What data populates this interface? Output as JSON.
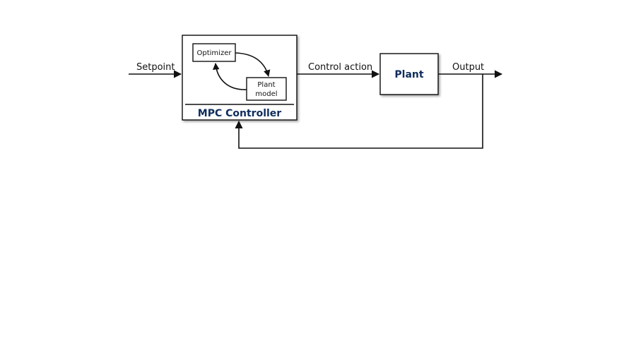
{
  "diagram": {
    "labels": {
      "setpoint": "Setpoint",
      "control_action": "Control action",
      "output": "Output"
    },
    "mpc_controller": {
      "title": "MPC Controller",
      "optimizer": "Optimizer",
      "plant_model_line1": "Plant",
      "plant_model_line2": "model"
    },
    "plant": {
      "label": "Plant"
    }
  }
}
